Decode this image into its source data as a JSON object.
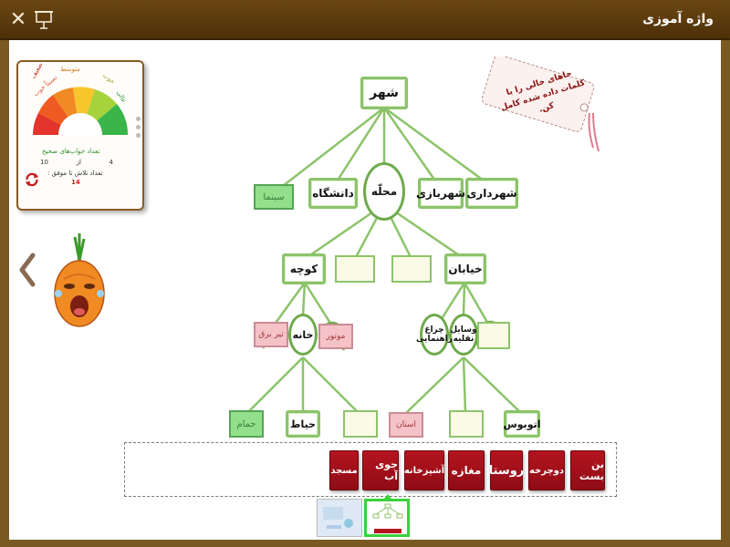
{
  "window": {
    "title": "واژه آموزی",
    "close_icon": "close-icon",
    "present_icon": "presentation-board-icon"
  },
  "score": {
    "gauge_labels": [
      "ضعیف",
      "نسبتاً خوب",
      "متوسط",
      "خوب",
      "عالی"
    ],
    "correct_label": "تعداد جواب‌های صحیح",
    "correct_value": "4",
    "of_label": "از",
    "total_value": "10",
    "attempts_label": "تعداد تلاش تا موفق :",
    "attempts_value": "14",
    "colors": [
      "#e2342a",
      "#f08a24",
      "#f7c52c",
      "#a6d23c",
      "#3ab54a"
    ]
  },
  "instruction": {
    "text": "جاهای خالی را با کلمات داده شده کامل کن."
  },
  "tree": {
    "root": "شهر",
    "level1": [
      "شهرداری",
      "شهربازی",
      "محلّه",
      "دانشگاه",
      "سینما"
    ],
    "level2": [
      "خیابان",
      "کوچه"
    ],
    "street_children": [
      "وسایل نقلیه",
      "چراغ راهنمایی"
    ],
    "lane_children": [
      "خانه",
      "موتور",
      "تیر برق"
    ],
    "level4": [
      "اتوبوس",
      "استان",
      "حیاط",
      "حمام"
    ]
  },
  "word_bank": [
    "بن بست",
    "دوچرخه",
    "روستا",
    "مغازه",
    "آشپزخانه",
    "جوی آب",
    "مسجد"
  ],
  "thumbnails": [
    "slide-1",
    "slide-2"
  ]
}
